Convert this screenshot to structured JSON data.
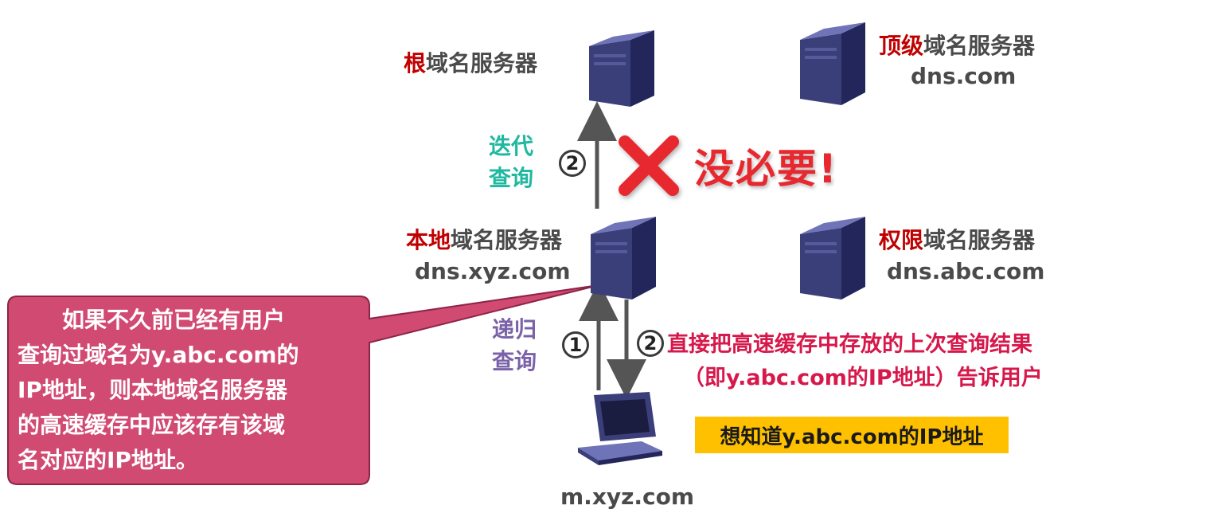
{
  "root_server": {
    "highlight": "根",
    "rest": "域名服务器"
  },
  "tld_server": {
    "highlight": "顶级",
    "rest": "域名服务器",
    "host": "dns.com"
  },
  "local_server": {
    "highlight": "本地",
    "rest": "域名服务器",
    "host": "dns.xyz.com"
  },
  "auth_server": {
    "highlight": "权限",
    "rest": "域名服务器",
    "host": "dns.abc.com"
  },
  "iterative_query": {
    "line1": "迭代",
    "line2": "查询",
    "step": "2"
  },
  "no_need": "没必要!",
  "recursive_query": {
    "line1": "递归",
    "line2": "查询",
    "step": "1"
  },
  "reply": {
    "step": "2",
    "line1": "直接把高速缓存中存放的上次查询结果",
    "line2": "（即y.abc.com的IP地址）告诉用户"
  },
  "host": {
    "name": "m.xyz.com",
    "want": "想知道y.abc.com的IP地址"
  },
  "callout": {
    "lines": [
      "　　如果不久前已经有用户",
      "查询过域名为y.abc.com的",
      "IP地址，则本地域名服务器",
      "的高速缓存中应该存有该域",
      "名对应的IP地址。"
    ]
  },
  "colors": {
    "highlight": "#c00000",
    "server_text": "#4a4a4a",
    "iterative": "#1fb8a0",
    "recursive": "#7b62a8",
    "reply": "#d6184b",
    "callout_fill": "#d14a72",
    "want_box": "#ffc000",
    "cross": "#e8282f"
  }
}
